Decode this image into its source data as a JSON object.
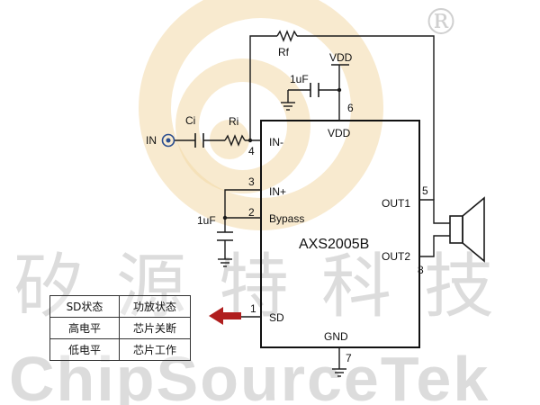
{
  "watermark": {
    "chinese": "矽源特科技",
    "english": "ChipSourceTek",
    "registered": "®",
    "logo_color": "#f3d9a8",
    "text_color": "#d9d9d9"
  },
  "chip": {
    "name": "AXS2005B",
    "pins": {
      "in_minus": {
        "label": "IN-",
        "number": "4"
      },
      "in_plus": {
        "label": "IN+",
        "number": "3"
      },
      "bypass": {
        "label": "Bypass",
        "number": "2"
      },
      "sd": {
        "label": "SD",
        "number": "1"
      },
      "vdd": {
        "label": "VDD",
        "number": "6"
      },
      "gnd": {
        "label": "GND",
        "number": "7"
      },
      "out1": {
        "label": "OUT1",
        "number": "5"
      },
      "out2": {
        "label": "OUT2",
        "number": "8"
      }
    }
  },
  "components": {
    "input": "IN",
    "ci": "Ci",
    "ri": "Ri",
    "rf": "Rf",
    "vdd_rail": "VDD",
    "decoupling_cap": "1uF",
    "bypass_cap": "1uF"
  },
  "sd_table": {
    "headers": [
      "SD状态",
      "功放状态"
    ],
    "rows": [
      [
        "高电平",
        "芯片关断"
      ],
      [
        "低电平",
        "芯片工作"
      ]
    ]
  },
  "colors": {
    "wire": "#1a1a1a",
    "arrow": "#b01e1e",
    "input_node": "#2a4d8f"
  }
}
